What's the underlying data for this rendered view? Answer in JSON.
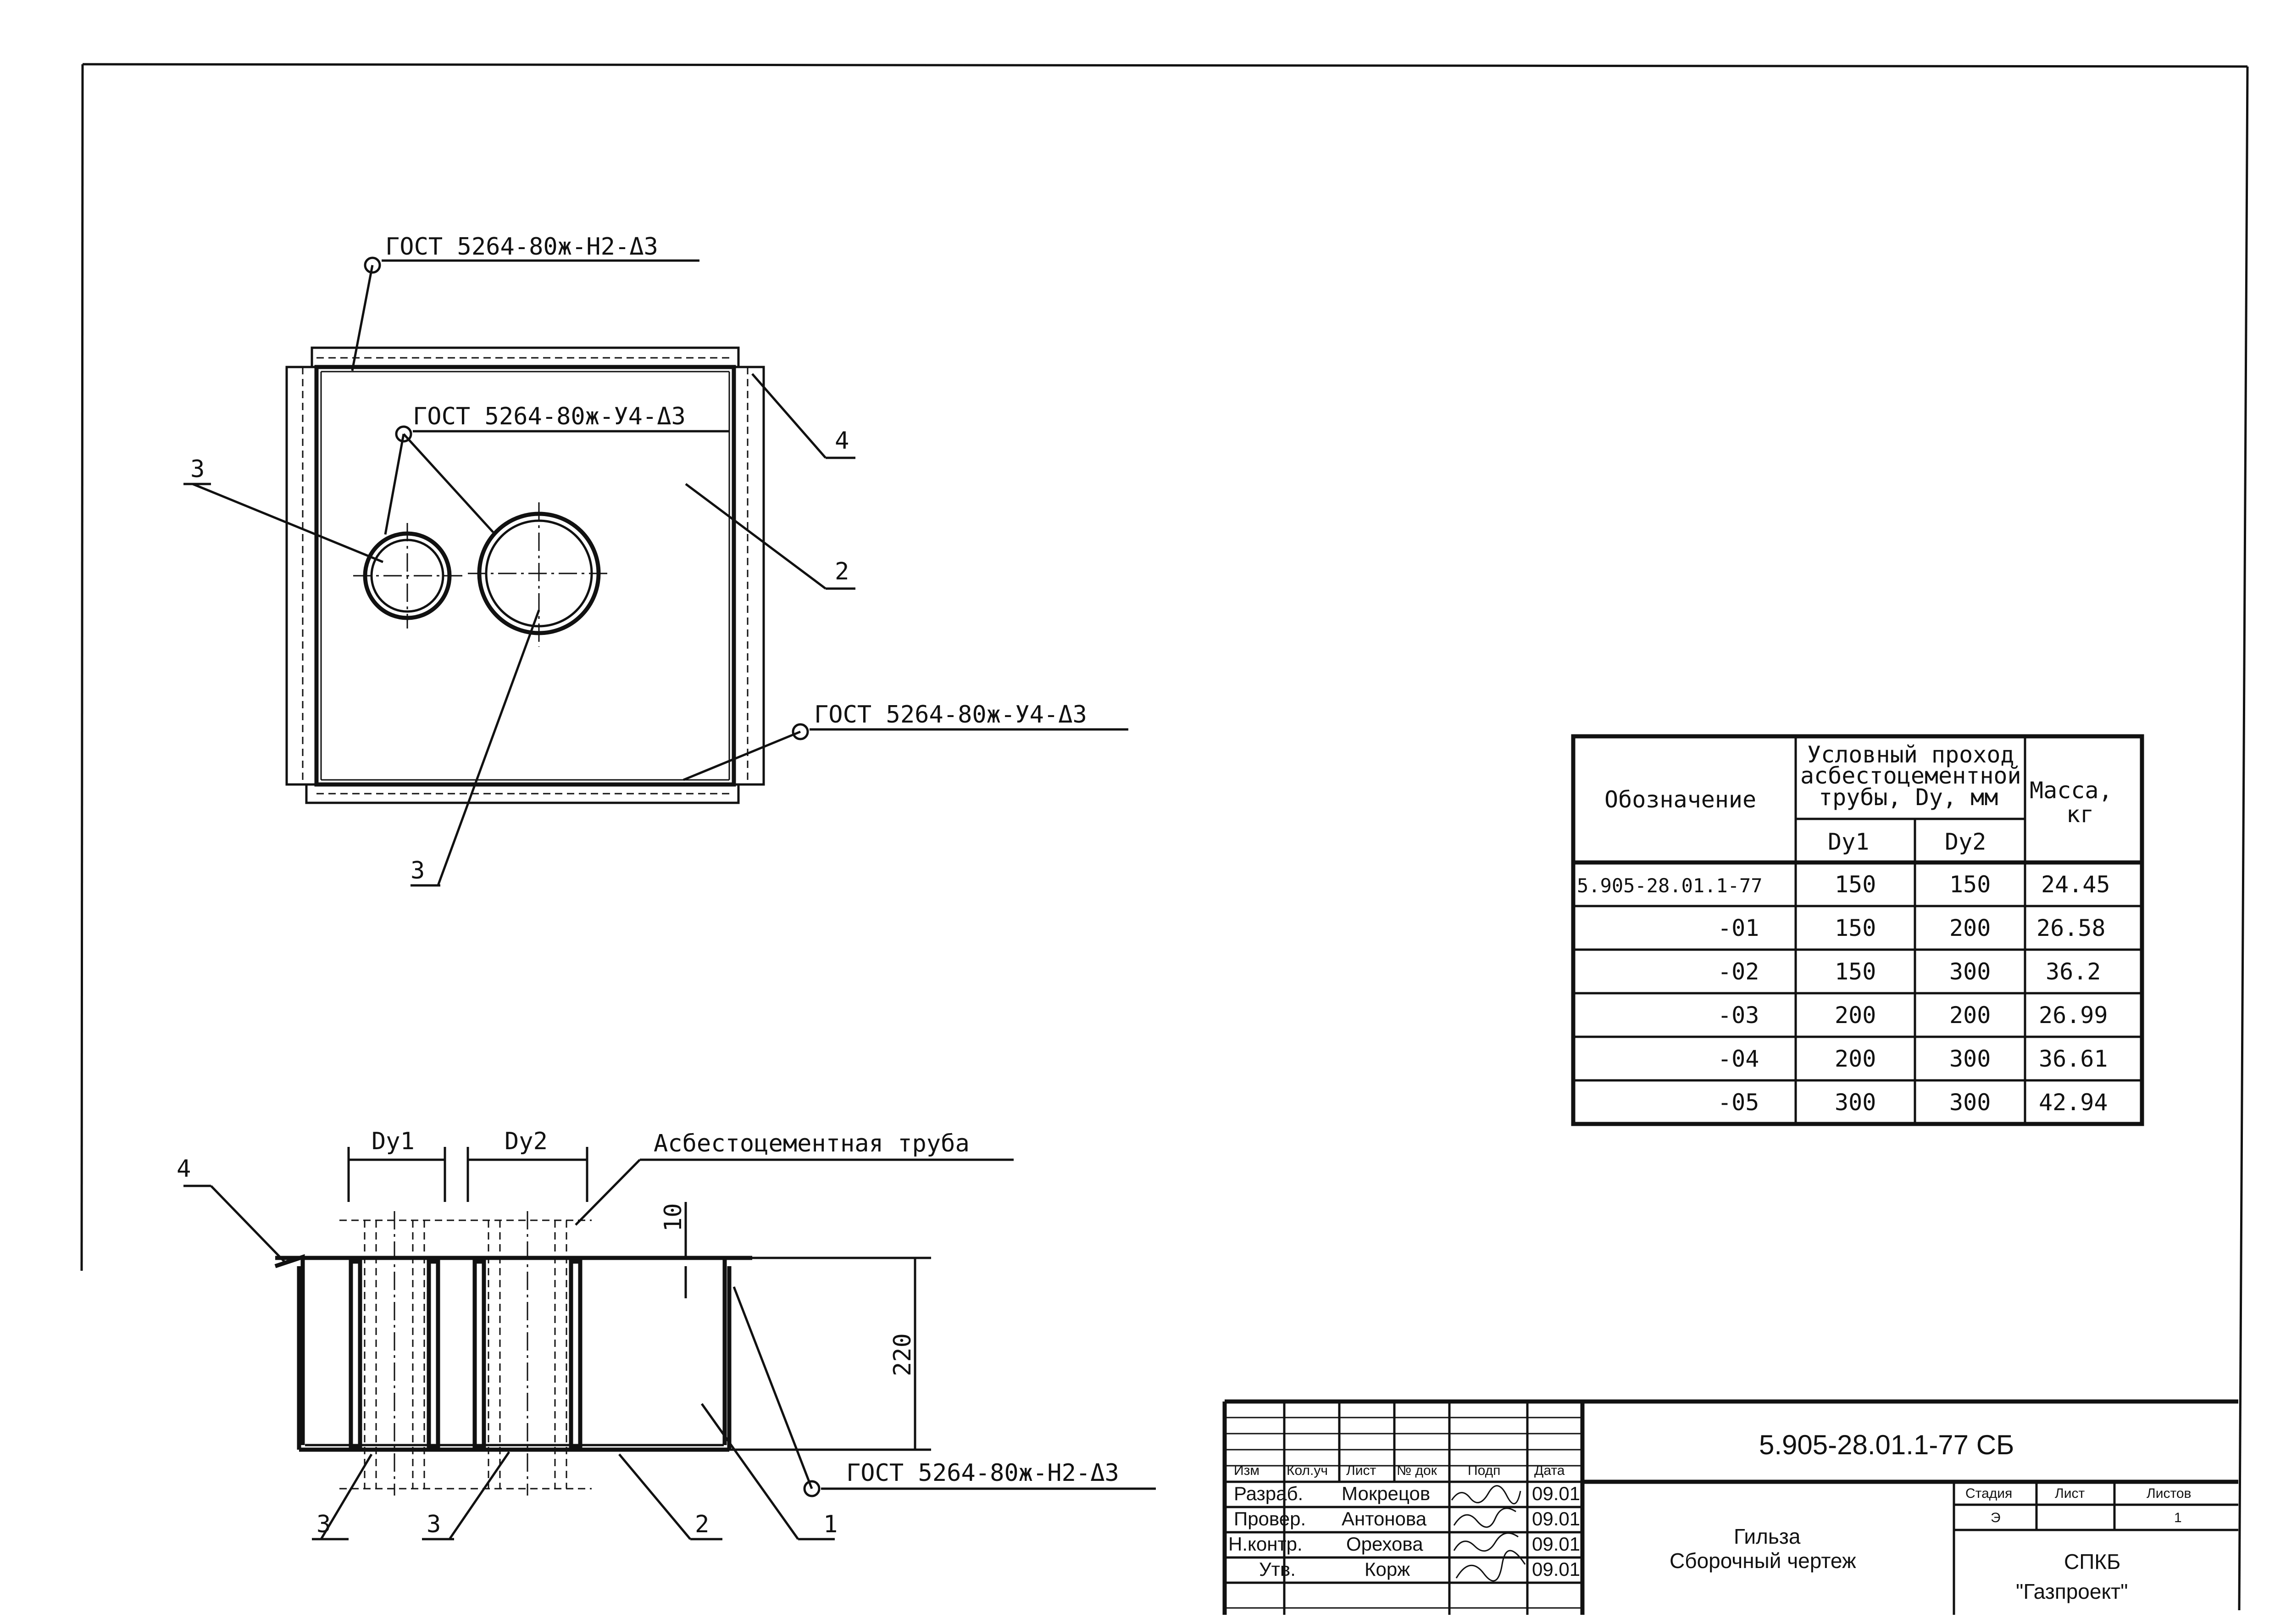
{
  "plan_view": {
    "weld_top": "ГОСТ 5264-80ж-Н2-Δ3",
    "weld_holes": "ГОСТ 5264-80ж-У4-Δ3",
    "weld_bottom": "ГОСТ 5264-80ж-У4-Δ3",
    "pos_3_left": "3",
    "pos_3_bottom": "3",
    "pos_4": "4",
    "pos_2": "2"
  },
  "section_view": {
    "dim_dy1": "Dу1",
    "dim_dy2": "Dу2",
    "pipe_label": "Асбестоцементная труба",
    "dim_10": "10",
    "dim_220": "220",
    "weld_label": "ГОСТ 5264-80ж-Н2-Δ3",
    "pos_4": "4",
    "pos_3a": "3",
    "pos_3b": "3",
    "pos_2": "2",
    "pos_1": "1"
  },
  "spec_table": {
    "header_designation": "Обозначение",
    "header_passage_1": "Условный проход",
    "header_passage_2": "асбестоцементной",
    "header_passage_3": "трубы, Dу, мм",
    "header_dy1": "Dу1",
    "header_dy2": "Dу2",
    "header_mass_1": "Масса,",
    "header_mass_2": "кг",
    "rows": [
      {
        "designation": "5.905-28.01.1-77",
        "dy1": "150",
        "dy2": "150",
        "mass": "24.45"
      },
      {
        "designation": "-01",
        "dy1": "150",
        "dy2": "200",
        "mass": "26.58"
      },
      {
        "designation": "-02",
        "dy1": "150",
        "dy2": "300",
        "mass": "36.2"
      },
      {
        "designation": "-03",
        "dy1": "200",
        "dy2": "200",
        "mass": "26.99"
      },
      {
        "designation": "-04",
        "dy1": "200",
        "dy2": "300",
        "mass": "36.61"
      },
      {
        "designation": "-05",
        "dy1": "300",
        "dy2": "300",
        "mass": "42.94"
      }
    ]
  },
  "title_block": {
    "doc_code": "5.905-28.01.1-77 СБ",
    "col_izm": "Изм",
    "col_kol": "Кол.уч",
    "col_list": "Лист",
    "col_ndok": "№ док",
    "col_podp": "Подп",
    "col_data": "Дата",
    "roles": [
      {
        "role": "Разраб.",
        "name": "Мокрецов",
        "date": "09.01"
      },
      {
        "role": "Провер.",
        "name": "Антонова",
        "date": "09.01"
      },
      {
        "role": "Н.контр.",
        "name": "Орехова",
        "date": "09.01"
      },
      {
        "role": "Утв.",
        "name": "Корж",
        "date": "09.01"
      }
    ],
    "title_line1": "Гильза",
    "title_line2": "Сборочный чертеж",
    "stage_label": "Стадия",
    "sheet_label": "Лист",
    "sheets_label": "Листов",
    "stage_value": "Э",
    "sheets_value": "1",
    "org_line1": "СПКБ",
    "org_line2": "\"Газпроект\""
  }
}
